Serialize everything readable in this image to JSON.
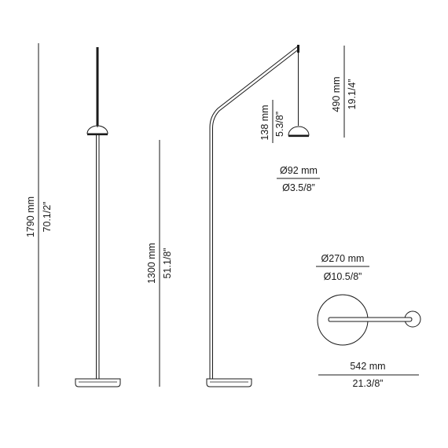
{
  "dimensions": {
    "total_height": {
      "mm": "1790 mm",
      "in": "70.1/2”"
    },
    "arm_height": {
      "mm": "1300 mm",
      "in": "51.1/8”"
    },
    "shade_drop_side": {
      "mm": "138 mm",
      "in": "5.3/8”"
    },
    "shade_drop_top": {
      "mm": "490 mm",
      "in": "19.1/4”"
    },
    "shade_diameter": {
      "mm": "Ø92 mm",
      "in": "Ø3.5/8”"
    },
    "base_diameter": {
      "mm": "Ø270 mm",
      "in": "Ø10.5/8”"
    },
    "reach": {
      "mm": "542 mm",
      "in": "21.3/8”"
    }
  },
  "colors": {
    "ink": "#1a1a1a",
    "background": "#ffffff"
  }
}
